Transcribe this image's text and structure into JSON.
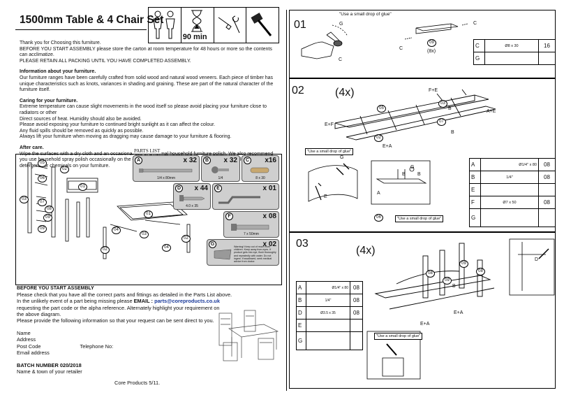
{
  "header": {
    "title": "1500mm Table & 4 Chair Set",
    "time_label": "90 min"
  },
  "intro": {
    "thanks": "Thank you for Choosing this furniture.",
    "before_start": "BEFORE YOU START ASSEMBLY please store the carton at room temperature for 48 hours or more so the contents can acclimatize.",
    "retain": "PLEASE RETAIN ALL PACKING UNTIL YOU HAVE COMPLETED ASSEMBLY.",
    "info_heading": "Information about your  furniture.",
    "info_text": "Our furniture ranges have been carefully crafted from solid wood and natural wood veneers. Each piece of timber has unique characteristics such as knots, variances in shading and graining. These are part of the natural character of the furniture itself.",
    "caring_heading": "Caring for your furniture.",
    "caring_lines": [
      "Extreme temperature can cause slight movements in the wood itself so please avoid placing your furniture close to radiators or other",
      "Direct sources of heat. Humidity should also be avoided.",
      "Please avoid exposing your furniture to continued bright sunlight as it can affect the colour.",
      "Any fluid spills should be removed as quickly as possible.",
      "Always lift your furniture when moving as dragging may cause damage to your furniture & flooring."
    ],
    "aftercare_heading": "After care.",
    "aftercare_text": "Wipe the surfaces with a dry cloth and an occasional use of a normal household furniture polish. We also recommend you use household spray polish occasionally on the drawer grooves and runners as this will aid use. Please do not use detergents or chemicals on your furniture."
  },
  "parts_list": {
    "title": "PARTS LIST",
    "panel_numbers": [
      "01",
      "02",
      "03",
      "04",
      "05",
      "06",
      "07",
      "08",
      "09"
    ],
    "hardware": [
      {
        "letter": "A",
        "qty": "x 32",
        "dim": "1/4 x 80mm"
      },
      {
        "letter": "B",
        "qty": "x 32",
        "dim": "1/4"
      },
      {
        "letter": "C",
        "qty": "x16",
        "dim": "8 x 30"
      },
      {
        "letter": "D",
        "qty": "x 44",
        "dim": "4.0 x 35"
      },
      {
        "letter": "E",
        "qty": "x 01",
        "dim": ""
      },
      {
        "letter": "F",
        "qty": "x 08",
        "dim": "7 x 50mm"
      },
      {
        "letter": "G",
        "qty": "x 02",
        "dim": "Warning! Keep out of reach from children. Keep away from eyes. If product gets into eye, flush thoroughly and repeatedly with water. Do not ingest. If swallowed, seek medical advice from doctor."
      }
    ]
  },
  "bottom": {
    "heading": "BEFORE YOU START ASSEMBLY",
    "line1": "Please check that you have all the correct parts and fittings as detailed in the Parts List above.",
    "line2_pre": "In the unlikely event of a part being missing please ",
    "email_label": "EMAIL : ",
    "email": "parts@coreproducts.co.uk",
    "line3": "requesting the part code or the alpha reference. Alternately highlight your requirement on",
    "line4": "the above diagram.",
    "line5": "Please provide the following information so that your request can be sent direct to you.",
    "name": "Name",
    "address": "Address",
    "post_code": "Post Code",
    "telephone": "Telephone No:",
    "email_address": "Email address",
    "batch": "BATCH NUMBER 020/2018",
    "retailer": "Name & town of your retailer",
    "footer": "Core Products 5/11."
  },
  "step01": {
    "num": "01",
    "glue_note": "\"Use a small drop of glue\"",
    "labels": {
      "g": "G",
      "c1": "C",
      "c2": "C",
      "c3": "C",
      "part": "09",
      "mult": "(8x)"
    },
    "table": [
      {
        "letter": "C",
        "dim": "Ø8 x 30",
        "qty": "16"
      },
      {
        "letter": "G",
        "dim": "",
        "qty": ""
      }
    ]
  },
  "step02": {
    "num": "02",
    "mult": "(4x)",
    "labels": {
      "fe": "F+E",
      "ae": "A+E",
      "ef": "E+F",
      "ea": "E+A",
      "b1": "B",
      "b2": "B",
      "p05": "05",
      "p03": "03",
      "p07": "07",
      "p02": "02",
      "p06": "06",
      "g1": "G",
      "g2": "G",
      "a": "A",
      "e": "E",
      "b3": "B",
      "b4": "B"
    },
    "glue_note": "\"Use a small drop of glue\"",
    "table": [
      {
        "letter": "A",
        "dim": "Ø1/4\" x 80",
        "qty": "08"
      },
      {
        "letter": "B",
        "dim": "1/4\"",
        "qty": "08"
      },
      {
        "letter": "E",
        "dim": "",
        "qty": ""
      },
      {
        "letter": "F",
        "dim": "Ø7 x 50",
        "qty": "08"
      },
      {
        "letter": "G",
        "dim": "",
        "qty": ""
      }
    ]
  },
  "step03": {
    "num": "03",
    "mult": "(4x)",
    "labels": {
      "d": "D",
      "b": "B",
      "ea": "E+A",
      "ea2": "E+A",
      "p08": "08",
      "p09": "09",
      "p09b": "09",
      "p08b": "08"
    },
    "glue_note": "\"Use a small drop of glue\"",
    "table": [
      {
        "letter": "A",
        "dim": "Ø1/4\" x 80",
        "qty": "08"
      },
      {
        "letter": "B",
        "dim": "1/4\"",
        "qty": "08"
      },
      {
        "letter": "D",
        "dim": "Ø3.5 x 35",
        "qty": "08"
      },
      {
        "letter": "E",
        "dim": "",
        "qty": ""
      },
      {
        "letter": "G",
        "dim": "",
        "qty": ""
      }
    ]
  }
}
